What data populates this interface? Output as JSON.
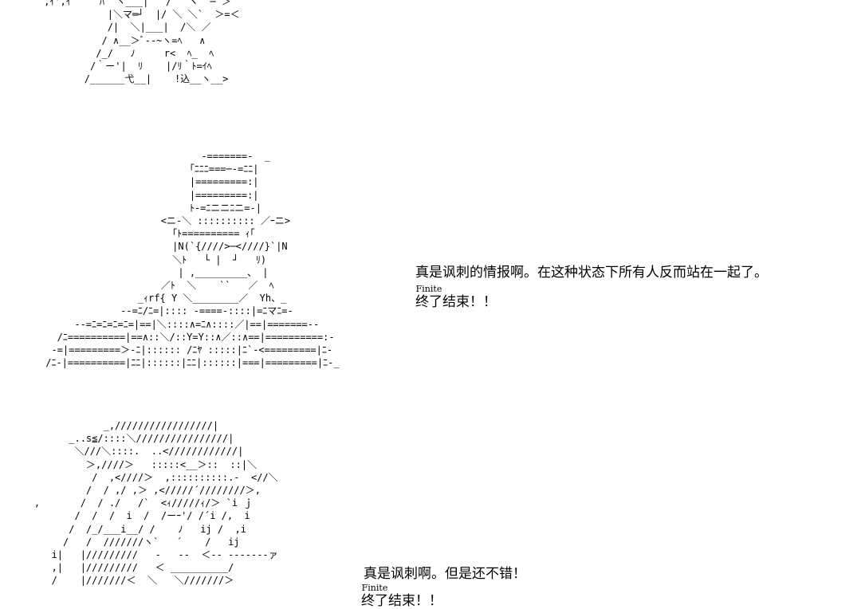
{
  "art": {
    "top": " ,ｲ',ｲ     ﾊ  ヽ___|   /   ヾ  ─ ＞\n            |＼マ═┘  |/ ＼ ＼`  ＞=＜\n            /|  ＼|___|  /＼ ／\n           / ∧__＞ﾞ‐-~ヽ=ﾍ   ∧\n          /_/   ﾉ     r<  ﾍ_  ﾍ\n         /｀ー'|  ﾘ    |/ﾘ｀ﾄ=ｲﾍ\n        /______弋__|    !込__ヽ__>",
    "middle": "                            -=======-  _\n                          ｢ﾆﾆﾆ===─-=ﾆﾆ|\n                          |=========:|\n                          |=========:|\n                          ﾄ-=ﾆニニﾆニ=-|\n                     <ニ-＼ :::::::::: ／ｰニ>\n                       ｢ﾄ========== ｨ｢\n                       |N(`{////>─<////}`|N\n                       ＼ﾄ   └ |  ┘   ﾘ)\n                        | ,_________、 |\n                     ／ﾄ  ＼    ``   ／  ﾍ\n                 _ｨrf{ Y ＼________／  Yh、_\n              --=ﾆ/ﾆ=|:::: -====-::::|=ﾆマﾆ=-\n      --=ﾆ=ﾆ=ﾆ=ﾆ=|==|＼::::∧=ﾆ∧::::／|==|=======--\n   /ﾆ==========|==∧::＼/::Y=Y::∧／::∧==|==========:-\n  -=|=========＞-ﾆ|:::::: /ﾆﾔ :::::|ﾆ`-<=========|ﾆ-\n /ﾆ-|==========|ﾆﾆ|::::::|ﾆﾆ|::::::|===|=========|ﾆ-_",
    "bottom": "                _,/////////////////|\n          _..s≦/::::＼////////////////|\n           ＼///＼::::.  ..<////////////|\n             ＞,////＞   :::::<__＞::  ::|＼\n              /  ,<////＞  ,::::::::::.-  <//＼\n             /  / ,/ ,＞ ,</////´////////＞,\n    ,       /  / ./   /`  <ｨ/////ｨ/＞ `i ｊ\n           /  /  /  i  /  /ーｰ'/ /´i /,  i\n          /  /_/___i__/ /    ﾉ   ij /  ,i\n         /   /  ///////ヽ`   ´    /   ij\n       i|   |/////////   -   --  ＜-- -------ァ\n       ,|   |/////////   ＜ __________/\n       /    |///////＜  ＼   ＼///////＞"
  },
  "dialogue": {
    "first": {
      "line1": "真是讽刺的情报啊。在这种状态下所有人反而站在一起了。",
      "ruby": "Finite",
      "base": "终了",
      "rest": "结束！！"
    },
    "second": {
      "line1": "真是讽刺啊。但是还不错！",
      "ruby": "Finite",
      "base": "终了",
      "rest": "结束！！"
    }
  }
}
